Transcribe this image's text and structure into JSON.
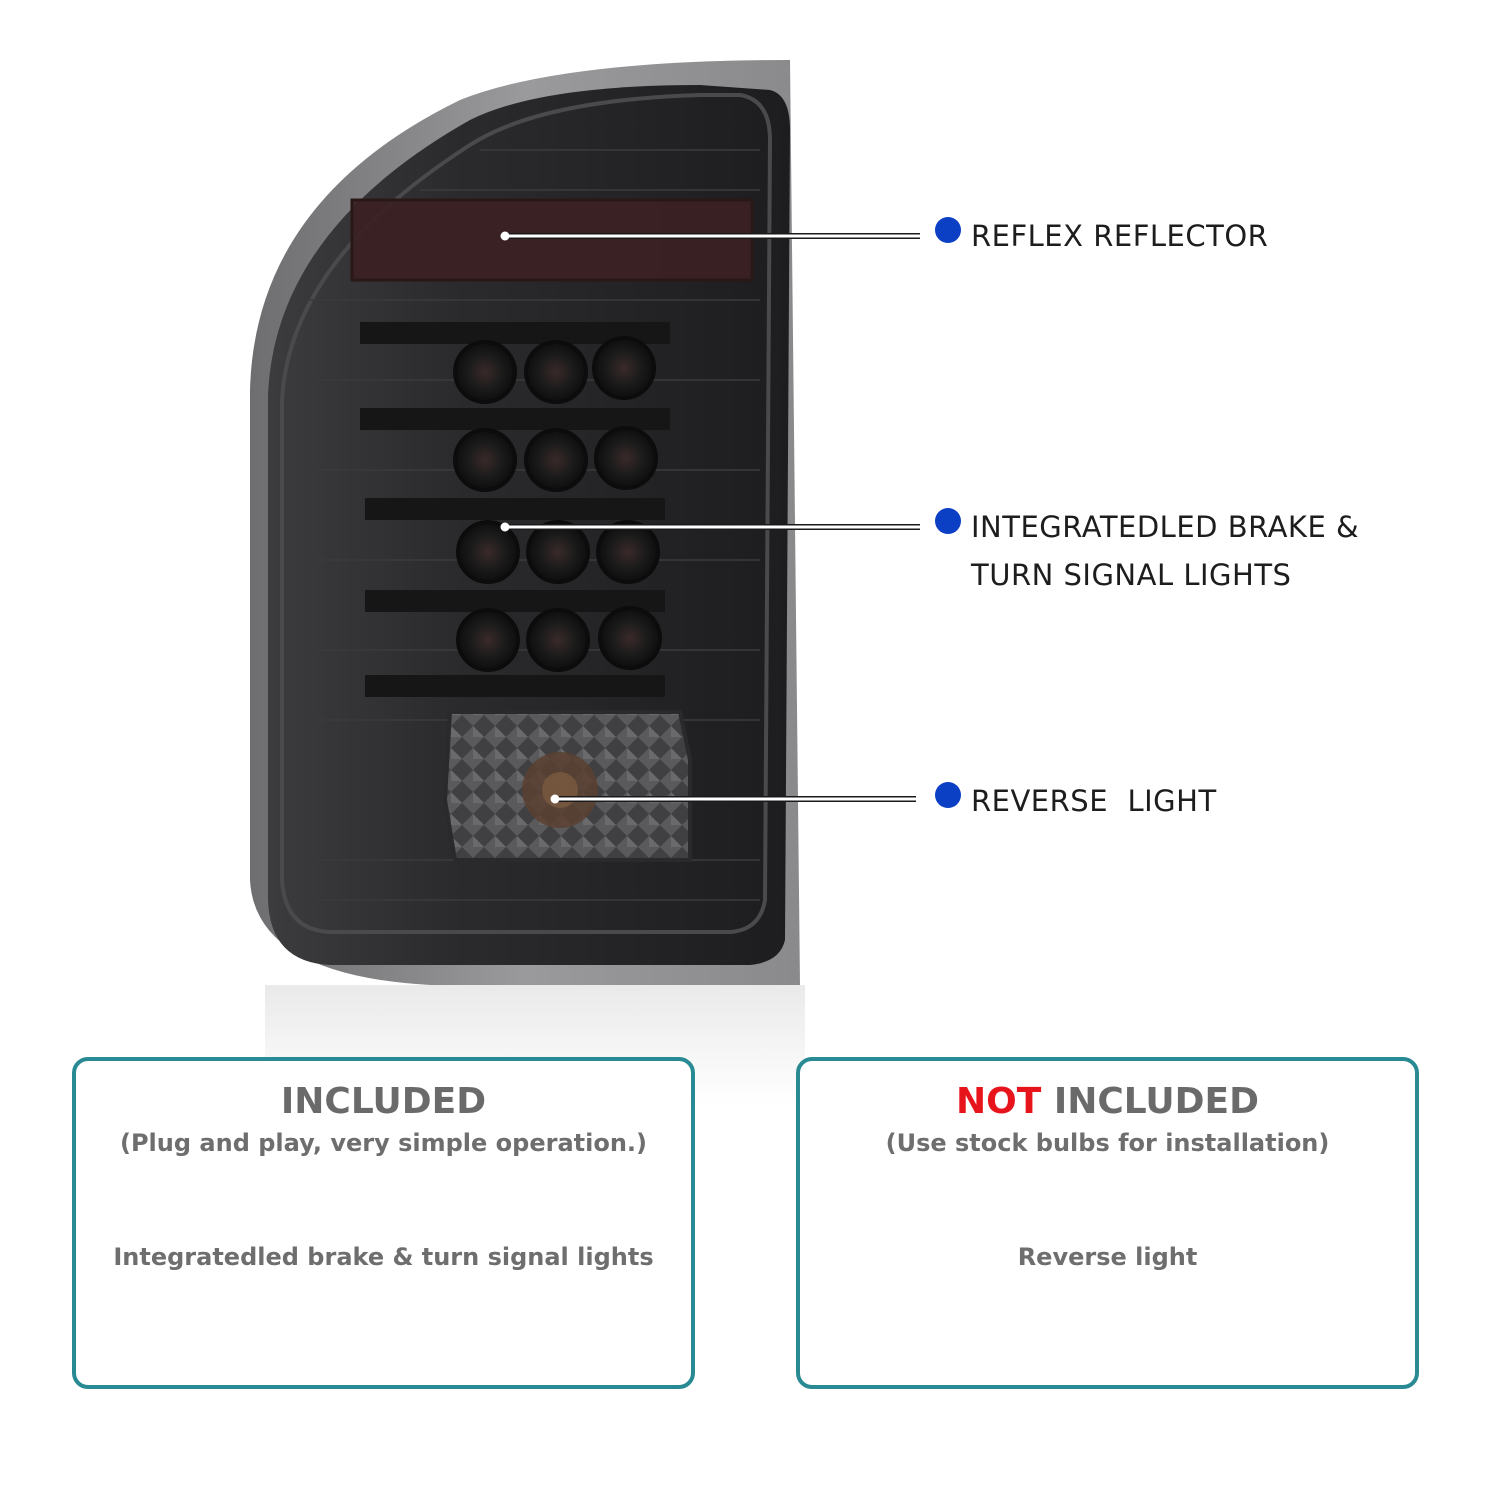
{
  "callouts": [
    {
      "text": "REFLEX REFLECTOR"
    },
    {
      "line1": "INTEGRATEDLED BRAKE &",
      "line2": "TURN SIGNAL LIGHTS"
    },
    {
      "text": "REVERSE  LIGHT"
    }
  ],
  "included": {
    "title": "INCLUDED",
    "subtitle": "(Plug and play, very simple operation.)",
    "item": "Integratedled brake & turn signal lights"
  },
  "not_included": {
    "title_red": "NOT",
    "title_rest": " INCLUDED",
    "subtitle": "(Use stock bulbs for installation)",
    "item": "Reverse light"
  },
  "colors": {
    "dot": "#0b3fc4",
    "box_border": "#2a8a93",
    "not_red": "#e8141b",
    "lens_smoke": "#2a2a2c"
  }
}
